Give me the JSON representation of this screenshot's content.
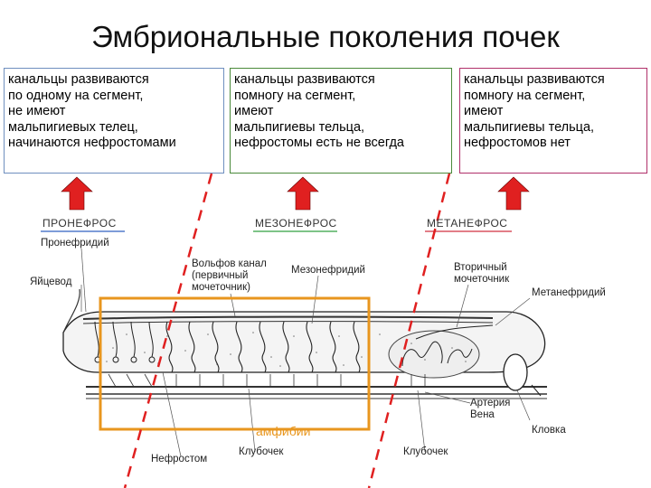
{
  "title": "Эмбриональные поколения почек",
  "boxes": [
    {
      "text": "канальцы развиваются\nпо одному на сегмент,\nне имеют\nмальпигиевых телец,\nначинаются нефростомами",
      "border": "#6f8fbf"
    },
    {
      "text": "канальцы развиваются\nпомногу на сегмент,\nимеют\nмальпигиевы тельца,\nнефростомы есть не всегда",
      "border": "#4a8a3a"
    },
    {
      "text": "канальцы развиваются\nпомногу на сегмент,\nимеют\nмальпигиевы тельца,\nнефростомов нет",
      "border": "#b0306a"
    }
  ],
  "sections": {
    "pronephros": "ПРОНЕФРОС",
    "mesonephros": "МЕЗОНЕФРОС",
    "metanephros": "МЕТАНЕФРОС"
  },
  "labels": {
    "pronephridium": "Пронефридий",
    "oviduct": "Яйцевод",
    "wolffian_duct": "Вольфов канал\n(первичный\nмочеточник)",
    "mesonephridium": "Мезонефридий",
    "secondary_ureter": "Вторичный\nмочеточник",
    "metanephridium": "Метанефридий",
    "artery": "Артерия",
    "vein": "Вена",
    "cloaca": "Кловка",
    "nephrostome": "Нефростом",
    "glomerulus_1": "Клубочек",
    "glomerulus_2": "Клубочек"
  },
  "amphibia_label": "амфибии",
  "colors": {
    "arrow": "#e02020",
    "dashed_line": "#e02020",
    "highlight_box": "#e8961e",
    "section_underline_blue": "#3060c0",
    "section_underline_green": "#30a040",
    "section_underline_red": "#d03040"
  }
}
